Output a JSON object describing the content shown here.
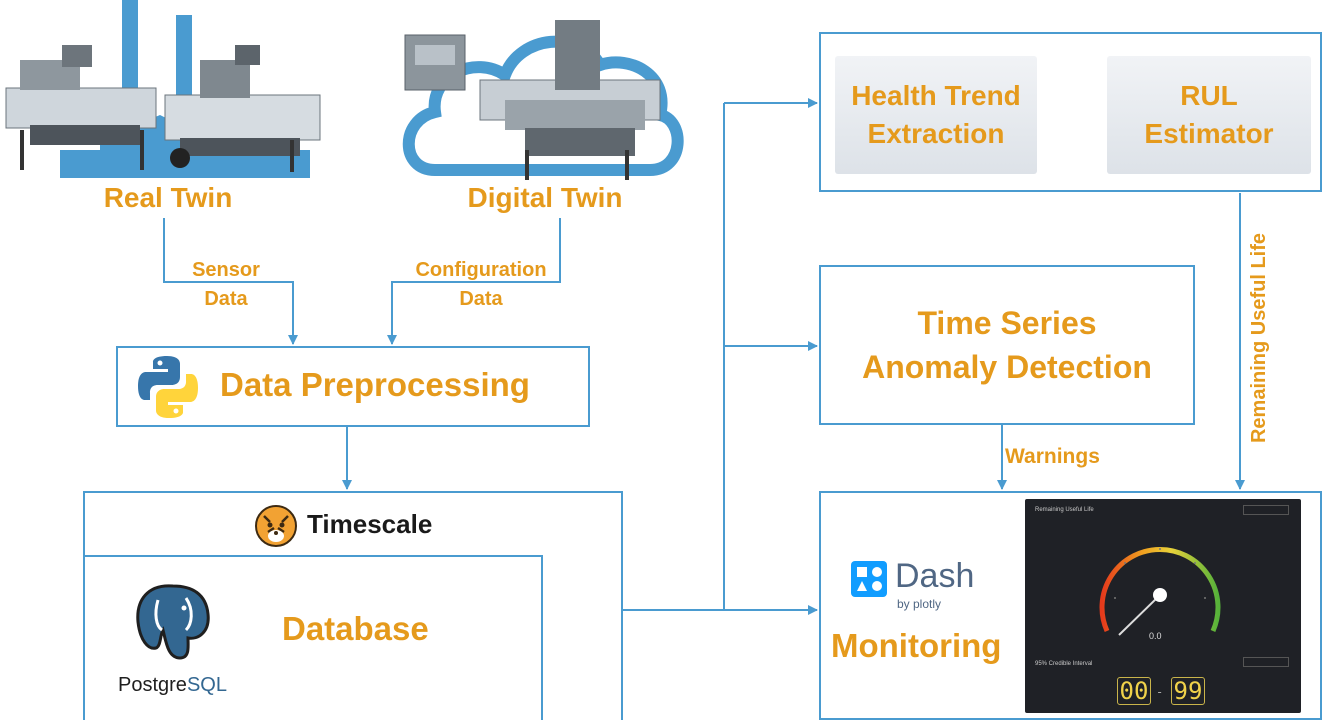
{
  "sources": {
    "real_twin": "Real Twin",
    "digital_twin": "Digital Twin"
  },
  "edges": {
    "sensor_line1": "Sensor",
    "sensor_line2": "Data",
    "config_line1": "Configuration",
    "config_line2": "Data",
    "warnings": "Warnings",
    "rul": "Remaining Useful Life"
  },
  "preprocessing": {
    "label": "Data Preprocessing"
  },
  "database": {
    "timescale": "Timescale",
    "label": "Database",
    "postgres_prefix": "Postgre",
    "postgres_suffix": "SQL"
  },
  "pipeline": {
    "health_line1": "Health Trend",
    "health_line2": "Extraction",
    "rul_line1": "RUL",
    "rul_line2": "Estimator",
    "anomaly_line1": "Time Series",
    "anomaly_line2": "Anomaly Detection"
  },
  "monitoring": {
    "dash": "Dash",
    "byplotly": "by plotly",
    "label": "Monitoring",
    "panel_title": "Remaining Useful Life",
    "gauge_value": "0.0",
    "interval_label": "95% Credible Interval",
    "digit_low": "00",
    "digit_sep": "-",
    "digit_high": "99"
  },
  "colors": {
    "accent_orange": "#e59a1c",
    "line_blue": "#4a9bd0",
    "python_blue": "#3776ab",
    "python_yellow": "#ffd43b",
    "postgres_blue": "#336791"
  }
}
